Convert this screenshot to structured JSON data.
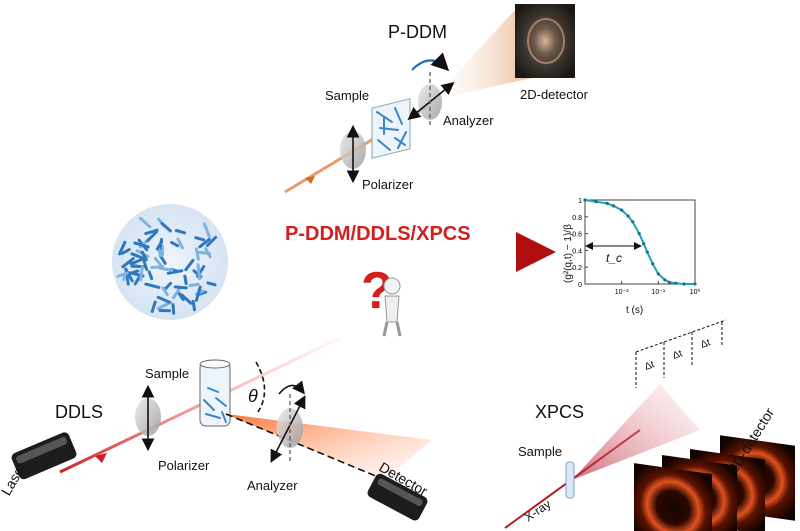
{
  "labels": {
    "pddm_title": "P-DDM",
    "pddm_sample": "Sample",
    "pddm_analyzer": "Analyzer",
    "pddm_polarizer": "Polarizer",
    "pddm_detector": "2D-detector",
    "center_title": "P-DDM/DDLS/XPCS",
    "ddls_title": "DDLS",
    "ddls_sample": "Sample",
    "ddls_polarizer": "Polarizer",
    "ddls_analyzer": "Analyzer",
    "ddls_laser": "Laser",
    "ddls_detector": "Detector",
    "ddls_angle": "θ",
    "xpcs_title": "XPCS",
    "xpcs_sample": "Sample",
    "xpcs_xray": "X-ray",
    "xpcs_detector": "2D-detector",
    "xpcs_dt": "Δt",
    "question_mark": "?"
  },
  "chart_data": {
    "type": "line",
    "xlabel": "t (s)",
    "ylabel": "(g²(q,t) − 1)/β",
    "xscale": "log",
    "xlim": [
      0.001,
      1
    ],
    "ylim": [
      0,
      1
    ],
    "xticks": [
      {
        "value": 0.01,
        "label": "10⁻²"
      },
      {
        "value": 0.1,
        "label": "10⁻¹"
      },
      {
        "value": 1,
        "label": "10⁰"
      }
    ],
    "yticks": [
      0,
      0.2,
      0.4,
      0.6,
      0.8,
      1
    ],
    "annotation": "t_c",
    "series": [
      {
        "x": [
          0.001,
          0.002,
          0.004,
          0.006,
          0.01,
          0.015,
          0.02,
          0.03,
          0.04,
          0.05,
          0.07,
          0.1,
          0.15,
          0.2,
          0.3,
          0.5,
          1
        ],
        "y": [
          1.0,
          0.98,
          0.96,
          0.93,
          0.88,
          0.81,
          0.74,
          0.6,
          0.48,
          0.38,
          0.24,
          0.12,
          0.05,
          0.02,
          0.01,
          0.0,
          0.0
        ]
      }
    ],
    "colors": {
      "line": "#1aa7b8",
      "markers": "#1a6f8f"
    }
  }
}
